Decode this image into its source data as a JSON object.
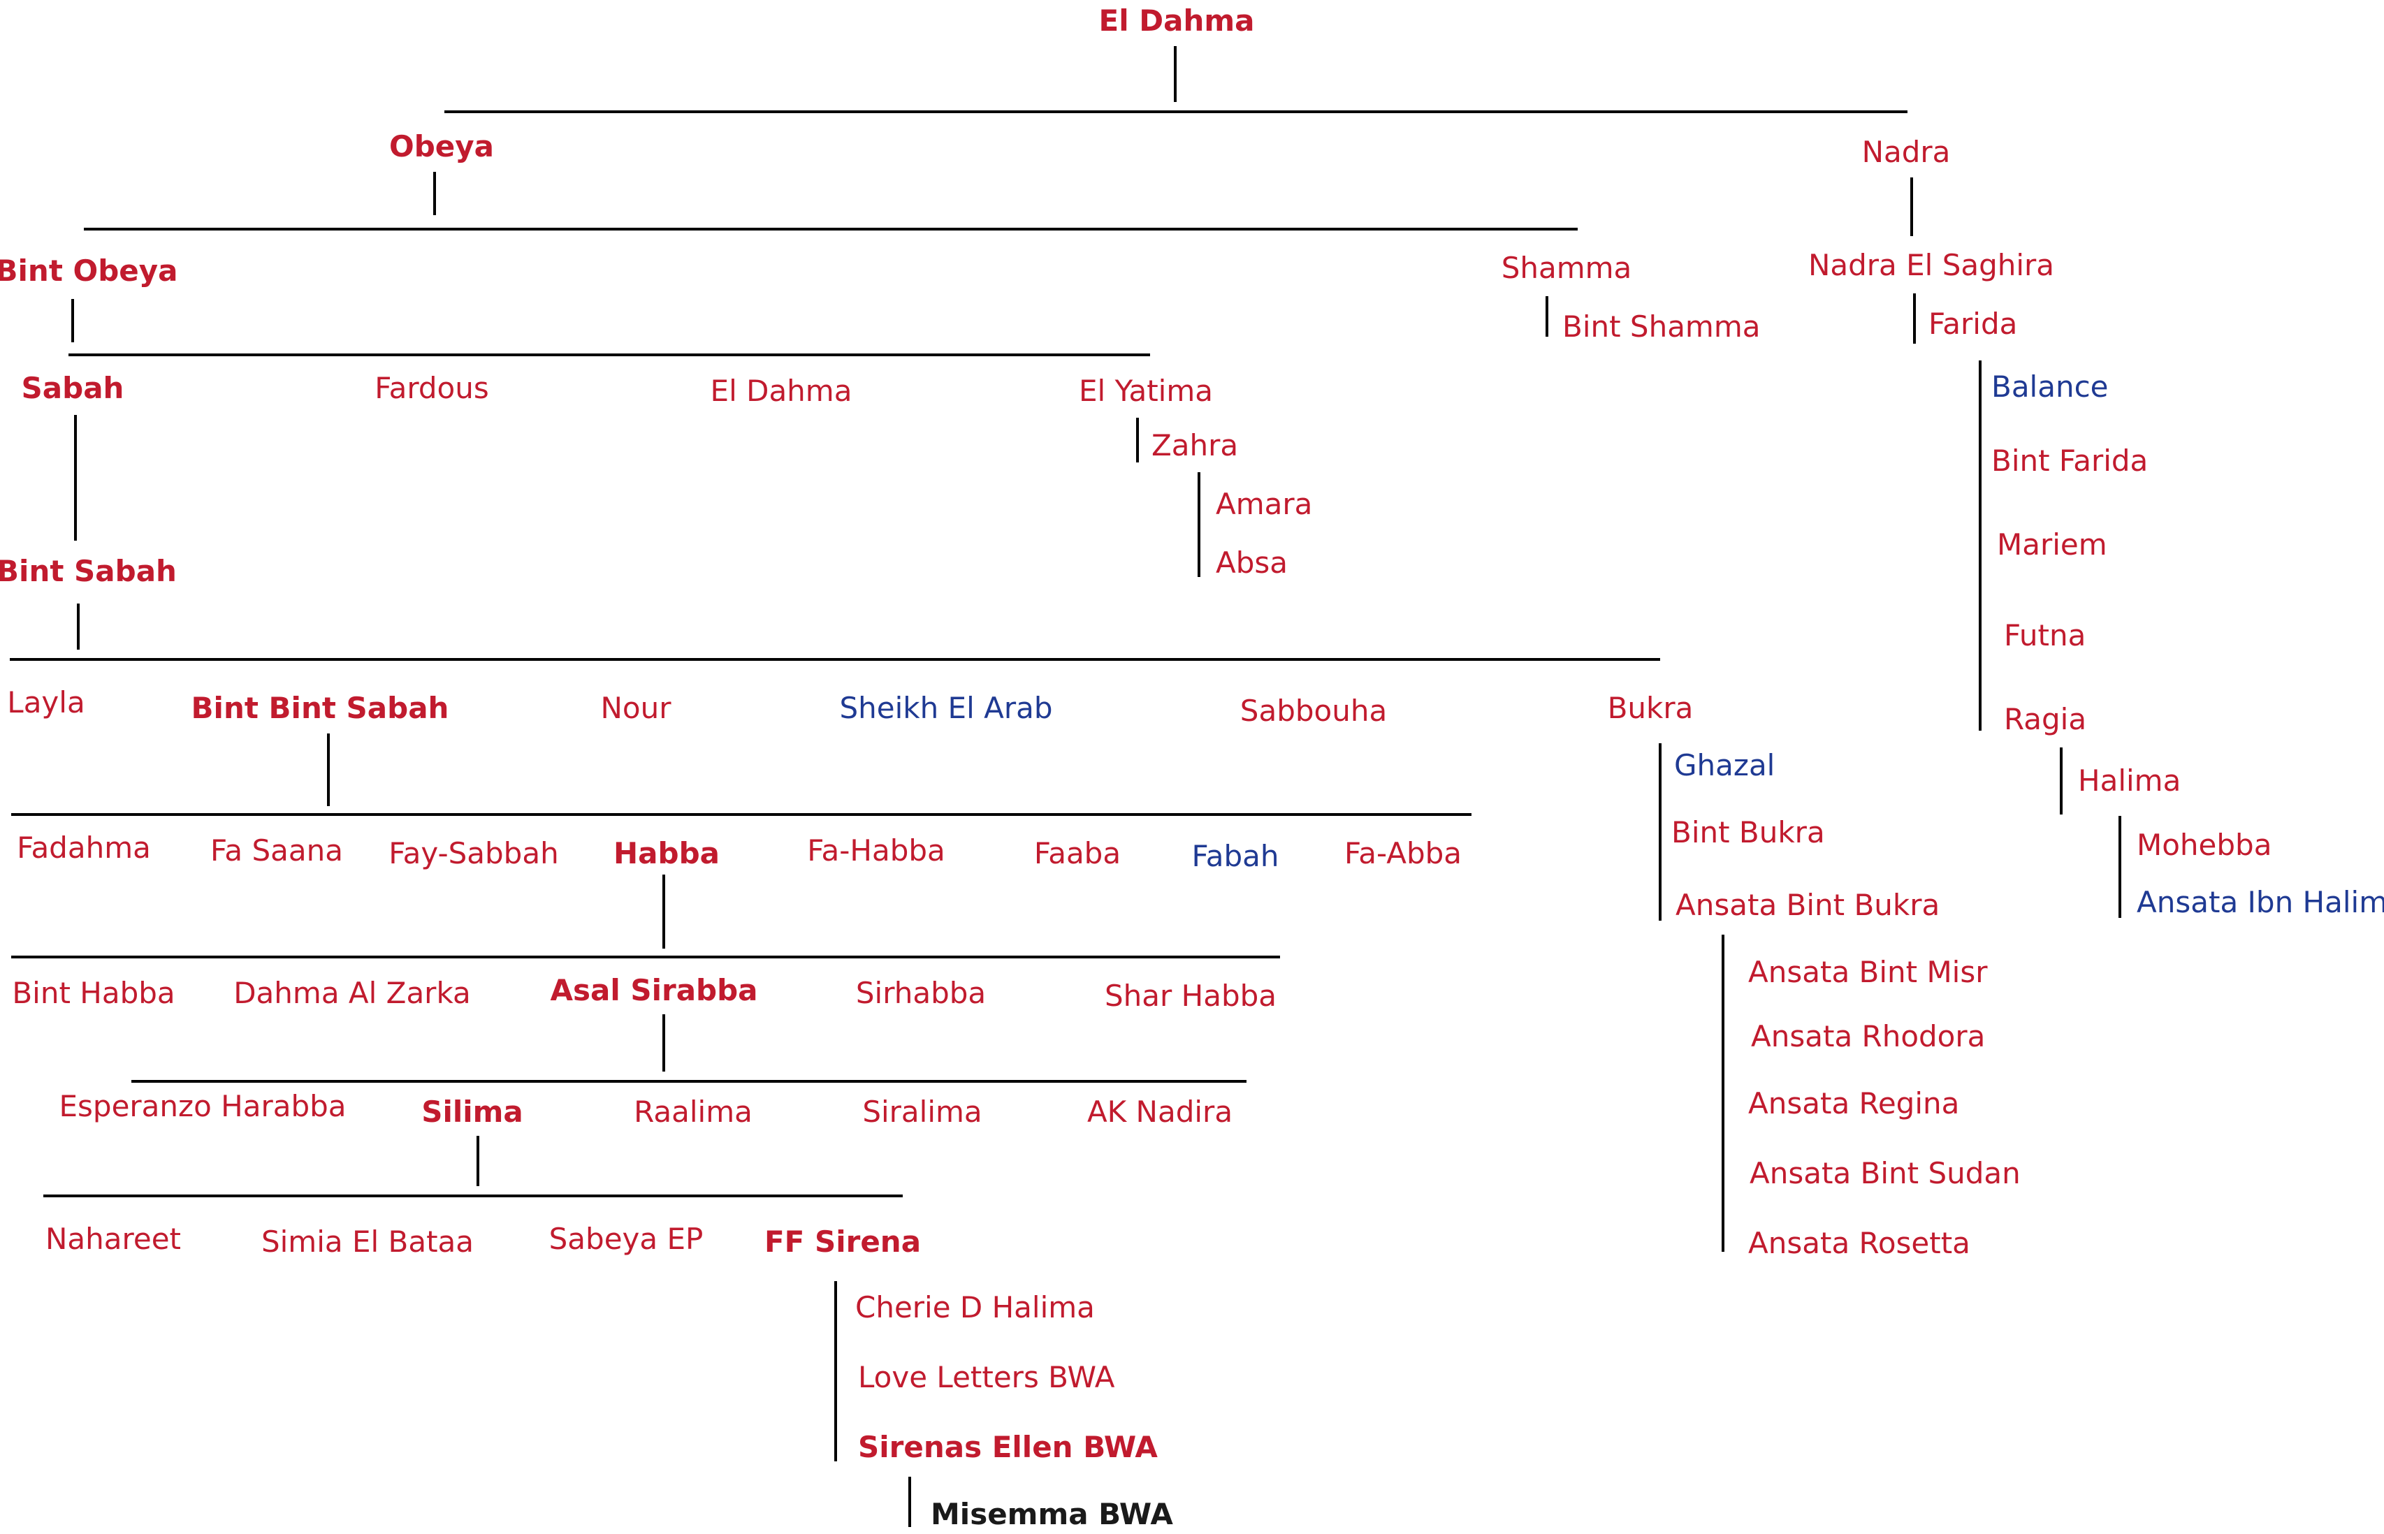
{
  "colors": {
    "red": "#c11b2e",
    "blue": "#1f3a93",
    "black": "#1a1a1a",
    "line": "#000000"
  },
  "nodes": {
    "el_dahma_root": "El Dahma",
    "obeya": "Obeya",
    "nadra": "Nadra",
    "bint_obeya": "Bint Obeya",
    "shamma": "Shamma",
    "bint_shamma": "Bint Shamma",
    "nadra_el_saghira": "Nadra El Saghira",
    "farida": "Farida",
    "sabah": "Sabah",
    "fardous": "Fardous",
    "el_dahma_2": "El Dahma",
    "el_yatima": "El Yatima",
    "zahra": "Zahra",
    "amara": "Amara",
    "absa": "Absa",
    "balance": "Balance",
    "bint_farida": "Bint Farida",
    "mariem": "Mariem",
    "futna": "Futna",
    "ragia": "Ragia",
    "halima": "Halima",
    "mohebba": "Mohebba",
    "ansata_ibn_halim": "Ansata Ibn Halim",
    "bint_sabah": "Bint Sabah",
    "layla": "Layla",
    "bint_bint_sabah": "Bint Bint Sabah",
    "nour": "Nour",
    "sheikh_el_arab": "Sheikh El Arab",
    "sabbouha": "Sabbouha",
    "bukra": "Bukra",
    "ghazal": "Ghazal",
    "bint_bukra": "Bint Bukra",
    "ansata_bint_bukra": "Ansata Bint Bukra",
    "ansata_bint_misr": "Ansata Bint Misr",
    "ansata_rhodora": "Ansata Rhodora",
    "ansata_regina": "Ansata Regina",
    "ansata_bint_sudan": "Ansata Bint Sudan",
    "ansata_rosetta": "Ansata Rosetta",
    "fadahma": "Fadahma",
    "fa_saana": "Fa Saana",
    "fay_sabbah": "Fay-Sabbah",
    "habba": "Habba",
    "fa_habba": "Fa-Habba",
    "faaba": "Faaba",
    "fabah": "Fabah",
    "fa_abba": "Fa-Abba",
    "bint_habba": "Bint Habba",
    "dahma_al_zarka": "Dahma Al Zarka",
    "asal_sirabba": "Asal Sirabba",
    "sirhabba": "Sirhabba",
    "shar_habba": "Shar Habba",
    "esperanzo_harabba": "Esperanzo Harabba",
    "silima": "Silima",
    "raalima": "Raalima",
    "siralima": "Siralima",
    "ak_nadira": "AK Nadira",
    "nahareet": "Nahareet",
    "simia_el_bataa": "Simia El Bataa",
    "sabeya_ep": "Sabeya EP",
    "ff_sirena": "FF Sirena",
    "cherie_d_halima": "Cherie D Halima",
    "love_letters_bwa": "Love Letters BWA",
    "sirenas_ellen_bwa": "Sirenas Ellen BWA",
    "misemma_bwa": "Misemma BWA"
  }
}
